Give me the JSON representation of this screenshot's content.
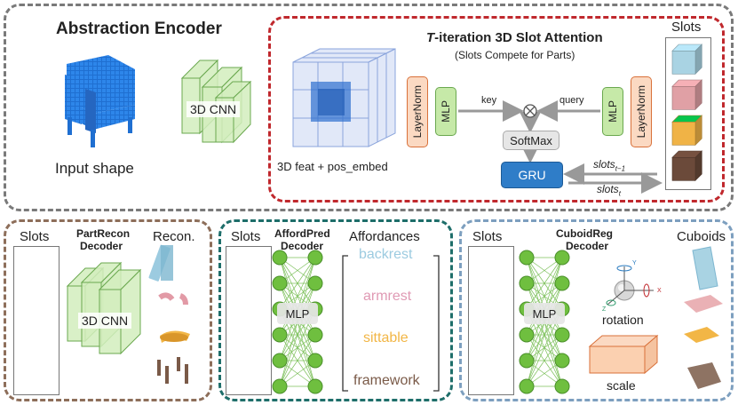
{
  "encoder": {
    "title": "Abstraction Encoder",
    "input_label": "Input shape",
    "cnn_label": "3D CNN",
    "feat_label": "3D feat + pos_embed",
    "attention_title_italic": "T",
    "attention_title_rest": "-iteration 3D Slot Attention",
    "attention_subtitle": "(Slots Compete for Parts)",
    "layernorm": "LayerNorm",
    "mlp": "MLP",
    "key": "key",
    "query": "query",
    "softmax": "SoftMax",
    "gru": "GRU",
    "slots_prev": "slots",
    "slots_prev_sub": "t−1",
    "slots_next": "slots",
    "slots_next_sub": "t",
    "slots_label": "Slots"
  },
  "partrecon": {
    "slots_label": "Slots",
    "title_line1": "PartRecon",
    "title_line2": "Decoder",
    "recon_label": "Recon.",
    "cnn_label": "3D CNN"
  },
  "affordpred": {
    "slots_label": "Slots",
    "title_line1": "AffordPred",
    "title_line2": "Decoder",
    "affordances_label": "Affordances",
    "mlp": "MLP",
    "affordances": [
      "backrest",
      "armrest",
      "sittable",
      "framework"
    ]
  },
  "cuboidreg": {
    "slots_label": "Slots",
    "title_line1": "CuboidReg",
    "title_line2": "Decoder",
    "cuboids_label": "Cuboids",
    "mlp": "MLP",
    "rotation": "rotation",
    "scale": "scale"
  },
  "colors": {
    "gray_border": "#7a7a7a",
    "red_border": "#c0282d",
    "brown_border": "#8d6e5a",
    "teal_border": "#1e6e6a",
    "blue_border": "#7d9fbf",
    "layernorm_fill": "#fbd9c2",
    "layernorm_stroke": "#d9713a",
    "mlp_fill": "#c6e9a8",
    "mlp_stroke": "#6aa84f",
    "gru_fill": "#2f7dc8",
    "softmax_fill": "#e6e6e6",
    "slot_blue": "#a9d3e3",
    "slot_pink": "#e0a0a5",
    "slot_yellow": "#f0b346",
    "slot_brown": "#6b4a3a",
    "backrest": "#9ccbe0",
    "armrest": "#e09ab4",
    "sittable": "#f2b646",
    "framework": "#7a5a48"
  }
}
